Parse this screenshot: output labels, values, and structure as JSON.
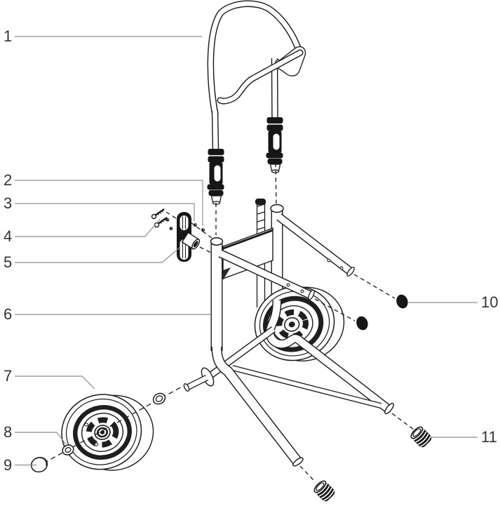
{
  "diagram": {
    "type": "exploded-parts-diagram",
    "callouts": [
      {
        "n": "1"
      },
      {
        "n": "2"
      },
      {
        "n": "3"
      },
      {
        "n": "4"
      },
      {
        "n": "5"
      },
      {
        "n": "6"
      },
      {
        "n": "7"
      },
      {
        "n": "8"
      },
      {
        "n": "9"
      },
      {
        "n": "10"
      },
      {
        "n": "11"
      }
    ]
  },
  "colors": {
    "line": "#1a1a1a",
    "leader": "#8f8f8f",
    "label": "#333333",
    "background": "#ffffff"
  }
}
